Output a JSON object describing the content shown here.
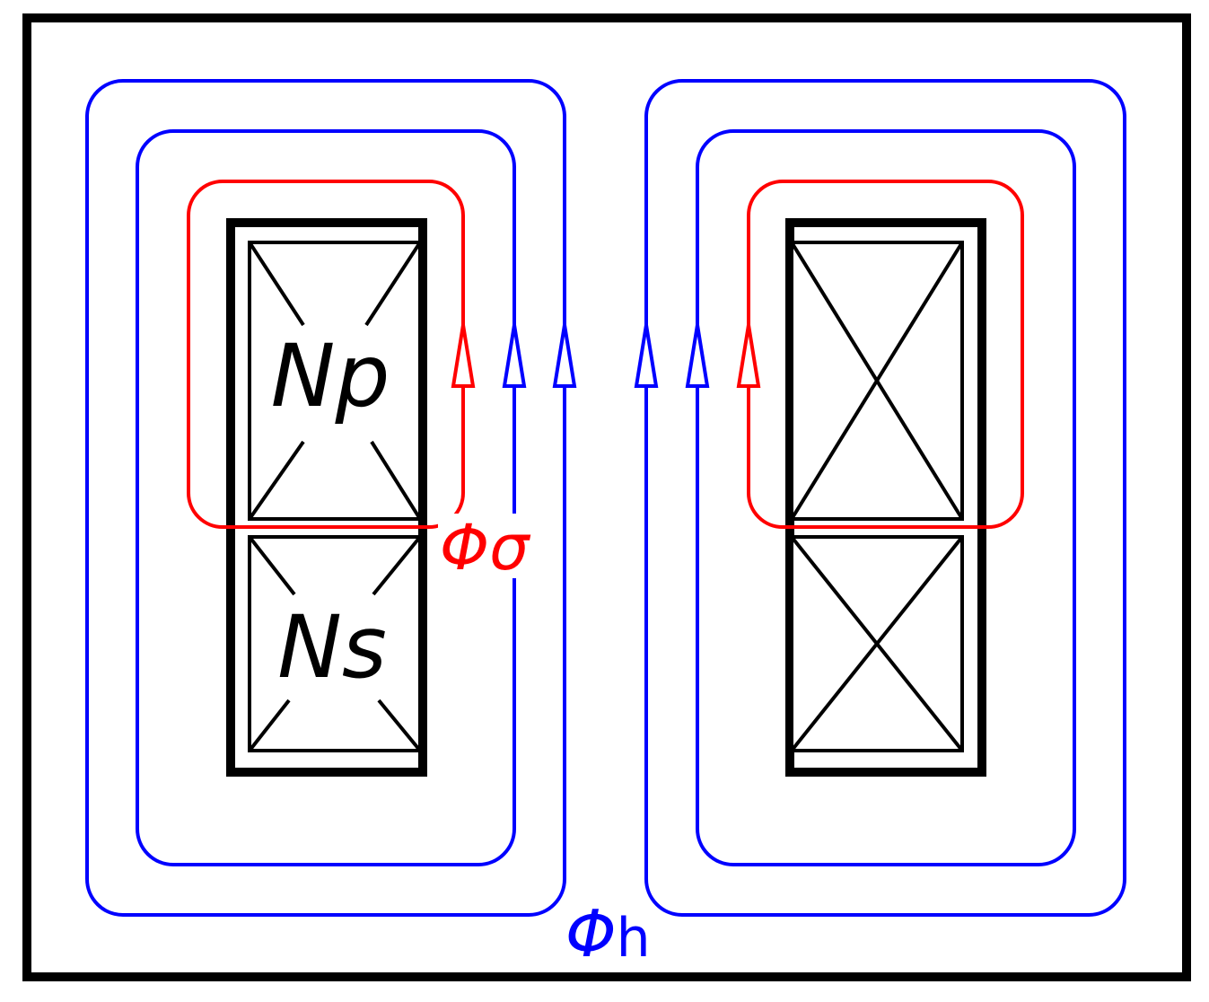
{
  "diagram": {
    "labels": {
      "primary_winding": "Np",
      "secondary_winding": "Ns",
      "leakage_flux_symbol": "Φσ",
      "main_flux_symbol": "Φ",
      "main_flux_subscript": "h"
    },
    "colors": {
      "core": "#000000",
      "winding": "#000000",
      "leakage_flux": "#ff0000",
      "main_flux": "#0000ff",
      "background": "#ffffff"
    }
  }
}
